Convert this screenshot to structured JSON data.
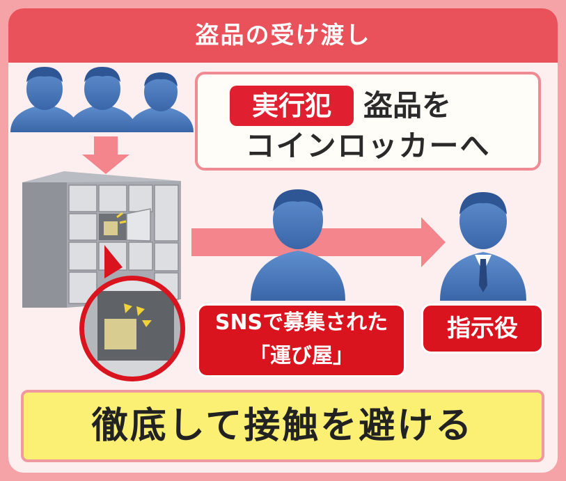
{
  "header": {
    "title": "盗品の受け渡し"
  },
  "callout": {
    "badge": "実行犯",
    "line1": "盗品を",
    "line2": "コインロッカーへ"
  },
  "courier": {
    "line1": "SNSで募集された",
    "line2": "「運び屋」"
  },
  "boss": {
    "label": "指示役"
  },
  "bottom": {
    "text": "徹底して接触を避ける"
  },
  "icons": [
    "person-icon",
    "coin-locker-icon",
    "magnifier-icon",
    "arrow-down-icon",
    "arrow-right-icon",
    "businessman-icon"
  ],
  "colors": {
    "header": "#e9525b",
    "badge": "#e02030",
    "accent_pink": "#f4858d",
    "person_blue": "#4a78b8",
    "bottom_yellow": "#fbf074"
  }
}
